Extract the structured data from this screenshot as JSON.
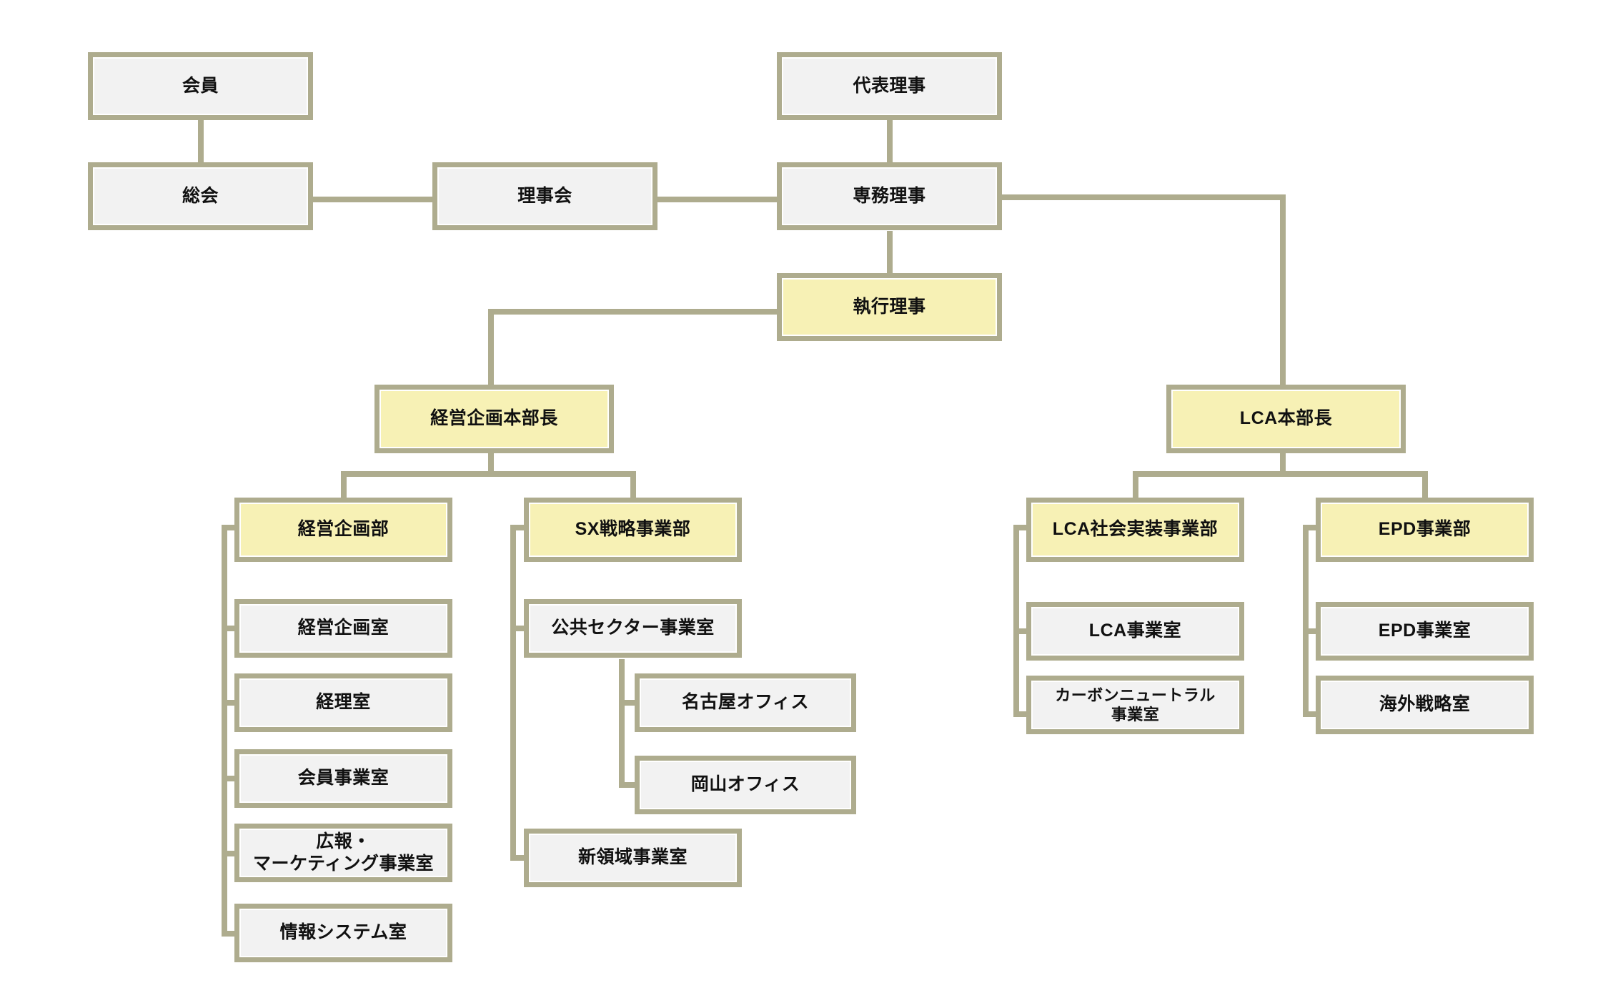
{
  "chart_data": {
    "type": "diagram",
    "diagram_type": "organization-chart",
    "title": "",
    "colors": {
      "border": "#aeac8e",
      "node_fill_default": "#f2f2f2",
      "node_fill_highlight": "#f7f1b5",
      "text": "#111111",
      "background": "#ffffff",
      "connector": "#aeac8e"
    },
    "nodes": [
      {
        "id": "kaiin",
        "label": "会員",
        "level": 0,
        "highlight": false
      },
      {
        "id": "soukai",
        "label": "総会",
        "level": 1,
        "highlight": false
      },
      {
        "id": "rijikai",
        "label": "理事会",
        "level": 1,
        "highlight": false
      },
      {
        "id": "daihyo",
        "label": "代表理事",
        "level": 0,
        "highlight": false
      },
      {
        "id": "senmu",
        "label": "専務理事",
        "level": 1,
        "highlight": false
      },
      {
        "id": "shikko",
        "label": "執行理事",
        "level": 2,
        "highlight": true
      },
      {
        "id": "keiei-honbu",
        "label": "経営企画本部長",
        "level": 3,
        "highlight": true
      },
      {
        "id": "lca-honbu",
        "label": "LCA本部長",
        "level": 3,
        "highlight": true
      },
      {
        "id": "keiei-bu",
        "label": "経営企画部",
        "level": 4,
        "highlight": true
      },
      {
        "id": "sx-bu",
        "label": "SX戦略事業部",
        "level": 4,
        "highlight": true
      },
      {
        "id": "lca-shakai",
        "label": "LCA社会実装事業部",
        "level": 4,
        "highlight": true
      },
      {
        "id": "epd-bu",
        "label": "EPD事業部",
        "level": 4,
        "highlight": true
      },
      {
        "id": "keiei-shitsu",
        "label": "経営企画室",
        "level": 5,
        "highlight": false
      },
      {
        "id": "keiri",
        "label": "経理室",
        "level": 5,
        "highlight": false
      },
      {
        "id": "kaiin-jigyo",
        "label": "会員事業室",
        "level": 5,
        "highlight": false
      },
      {
        "id": "koho",
        "label": "広報・\nマーケティング事業室",
        "level": 5,
        "highlight": false
      },
      {
        "id": "joho",
        "label": "情報システム室",
        "level": 5,
        "highlight": false
      },
      {
        "id": "kokyo",
        "label": "公共セクター事業室",
        "level": 5,
        "highlight": false
      },
      {
        "id": "nagoya",
        "label": "名古屋オフィス",
        "level": 6,
        "highlight": false
      },
      {
        "id": "okayama",
        "label": "岡山オフィス",
        "level": 6,
        "highlight": false
      },
      {
        "id": "shinryoiki",
        "label": "新領域事業室",
        "level": 5,
        "highlight": false
      },
      {
        "id": "lca-shitsu",
        "label": "LCA事業室",
        "level": 5,
        "highlight": false
      },
      {
        "id": "carbon",
        "label": "カーボンニュートラル\n事業室",
        "level": 5,
        "highlight": false
      },
      {
        "id": "epd-shitsu",
        "label": "EPD事業室",
        "level": 5,
        "highlight": false
      },
      {
        "id": "kaigai",
        "label": "海外戦略室",
        "level": 5,
        "highlight": false
      }
    ],
    "edges": [
      {
        "from": "kaiin",
        "to": "soukai"
      },
      {
        "from": "soukai",
        "to": "rijikai"
      },
      {
        "from": "rijikai",
        "to": "senmu"
      },
      {
        "from": "daihyo",
        "to": "senmu"
      },
      {
        "from": "senmu",
        "to": "shikko"
      },
      {
        "from": "senmu",
        "to": "lca-honbu"
      },
      {
        "from": "shikko",
        "to": "keiei-honbu"
      },
      {
        "from": "keiei-honbu",
        "to": "keiei-bu"
      },
      {
        "from": "keiei-honbu",
        "to": "sx-bu"
      },
      {
        "from": "lca-honbu",
        "to": "lca-shakai"
      },
      {
        "from": "lca-honbu",
        "to": "epd-bu"
      },
      {
        "from": "keiei-bu",
        "to": "keiei-shitsu"
      },
      {
        "from": "keiei-bu",
        "to": "keiri"
      },
      {
        "from": "keiei-bu",
        "to": "kaiin-jigyo"
      },
      {
        "from": "keiei-bu",
        "to": "koho"
      },
      {
        "from": "keiei-bu",
        "to": "joho"
      },
      {
        "from": "sx-bu",
        "to": "kokyo"
      },
      {
        "from": "sx-bu",
        "to": "shinryoiki"
      },
      {
        "from": "kokyo",
        "to": "nagoya"
      },
      {
        "from": "kokyo",
        "to": "okayama"
      },
      {
        "from": "lca-shakai",
        "to": "lca-shitsu"
      },
      {
        "from": "lca-shakai",
        "to": "carbon"
      },
      {
        "from": "epd-bu",
        "to": "epd-shitsu"
      },
      {
        "from": "epd-bu",
        "to": "kaigai"
      }
    ]
  },
  "nodes": {
    "kaiin": "会員",
    "soukai": "総会",
    "rijikai": "理事会",
    "daihyo": "代表理事",
    "senmu": "専務理事",
    "shikko": "執行理事",
    "keiei_honbu": "経営企画本部長",
    "lca_honbu": "LCA本部長",
    "keiei_bu": "経営企画部",
    "sx_bu": "SX戦略事業部",
    "lca_shakai": "LCA社会実装事業部",
    "epd_bu": "EPD事業部",
    "keiei_shitsu": "経営企画室",
    "keiri": "経理室",
    "kaiin_jigyo": "会員事業室",
    "koho": "広報・\nマーケティング事業室",
    "joho": "情報システム室",
    "kokyo": "公共セクター事業室",
    "nagoya": "名古屋オフィス",
    "okayama": "岡山オフィス",
    "shinryoiki": "新領域事業室",
    "lca_shitsu": "LCA事業室",
    "carbon": "カーボンニュートラル\n事業室",
    "epd_shitsu": "EPD事業室",
    "kaigai": "海外戦略室"
  }
}
